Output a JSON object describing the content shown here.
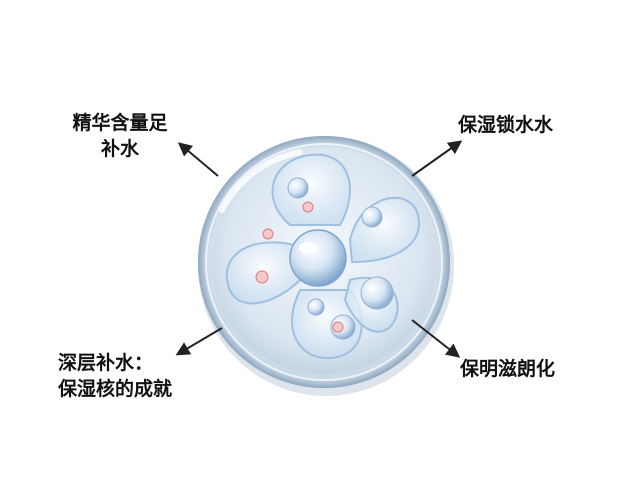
{
  "labels": {
    "top_left": [
      "精华含量足",
      "补水"
    ],
    "top_right": [
      "保湿锁水水"
    ],
    "bottom_left": [
      "深层补水：",
      "保湿核的成就"
    ],
    "bottom_right": [
      "保明滋朗化"
    ]
  },
  "colors": {
    "text": "#111111",
    "arrow": "#222222",
    "disc_rim": "#c9d6e4",
    "disc_fill": "#dfe9f3",
    "petal_stroke": "#9fc0e0",
    "bubble_accent": "#e07a7a"
  },
  "icons": {
    "center": "water-molecule-disc"
  }
}
